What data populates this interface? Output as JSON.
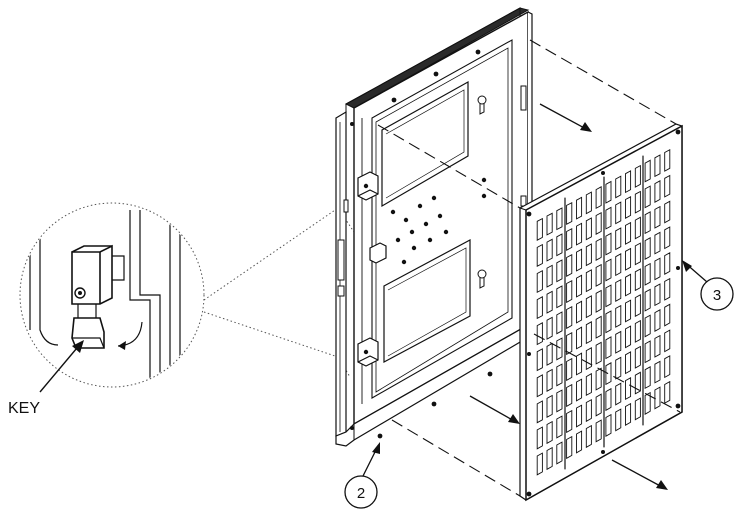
{
  "callouts": {
    "key": "KEY",
    "item_2": "2",
    "item_3": "3"
  },
  "colors": {
    "ink": "#111111",
    "panel": "#ffffff",
    "edge_dark": "#333333"
  }
}
